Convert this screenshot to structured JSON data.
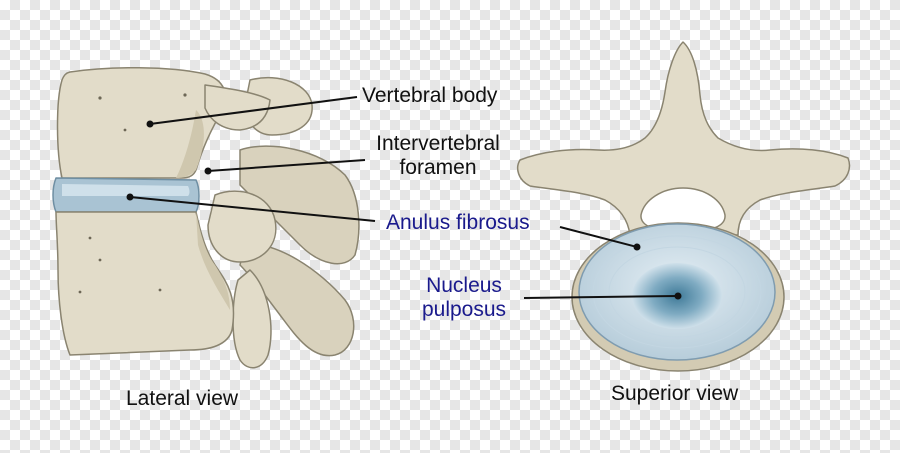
{
  "labels": {
    "vertebral_body": "Vertebral body",
    "intervertebral_foramen_line1": "Intervertebral",
    "intervertebral_foramen_line2": "foramen",
    "anulus_fibrosus": "Anulus fibrosus",
    "nucleus_pulposus_line1": "Nucleus",
    "nucleus_pulposus_line2": "pulposus",
    "lateral_view": "Lateral view",
    "superior_view": "Superior view"
  },
  "colors": {
    "bone": "#e2dcc9",
    "bone_shadow": "#c9c1a8",
    "bone_outline": "#8a8470",
    "disc": "#a9c3d3",
    "disc_light": "#d6e4ec",
    "nucleus": "#5f93ad",
    "label_blue": "#1a1a8c",
    "leader_line": "#111111"
  }
}
